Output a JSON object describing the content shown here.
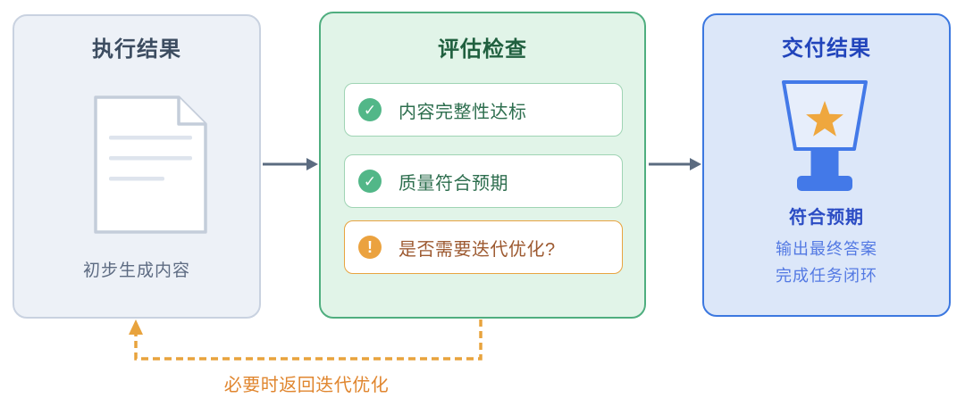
{
  "diagram": {
    "exec_box": {
      "title": "执行结果",
      "caption": "初步生成内容"
    },
    "eval_box": {
      "title": "评估检查",
      "checks": [
        {
          "label": "内容完整性达标",
          "status": "pass",
          "glyph": "✓"
        },
        {
          "label": "质量符合预期",
          "status": "pass",
          "glyph": "✓"
        },
        {
          "label": "是否需要迭代优化?",
          "status": "warn",
          "glyph": "!"
        }
      ]
    },
    "deliver_box": {
      "title": "交付结果",
      "result": "符合预期",
      "notes": [
        "输出最终答案",
        "完成任务闭环"
      ]
    },
    "feedback": {
      "label": "必要时返回迭代优化"
    },
    "colors": {
      "flow_arrow": "#5b6b80",
      "exec_fill": "#edf1f7",
      "exec_border": "#c9d2e0",
      "exec_title": "#3c4c60",
      "exec_caption": "#5d6b82",
      "eval_fill": "#e1f4e8",
      "eval_border": "#4fae7f",
      "eval_title": "#20603f",
      "check_green": "#52b788",
      "check_text": "#2d6e4e",
      "card_border_green": "#9fd4b4",
      "warn_fill": "#eba23f",
      "warn_border": "#e8a440",
      "warn_text": "#9d5a31",
      "deliver_fill": "#dce7f9",
      "deliver_border": "#3c78e0",
      "deliver_title": "#2144bb",
      "trophy_blue": "#4379e8",
      "star_orange": "#efa73e",
      "result_text": "#2b4cc4",
      "note_text": "#5379e3",
      "feedback_line": "#e8a33d",
      "feedback_label": "#e0862f"
    }
  }
}
